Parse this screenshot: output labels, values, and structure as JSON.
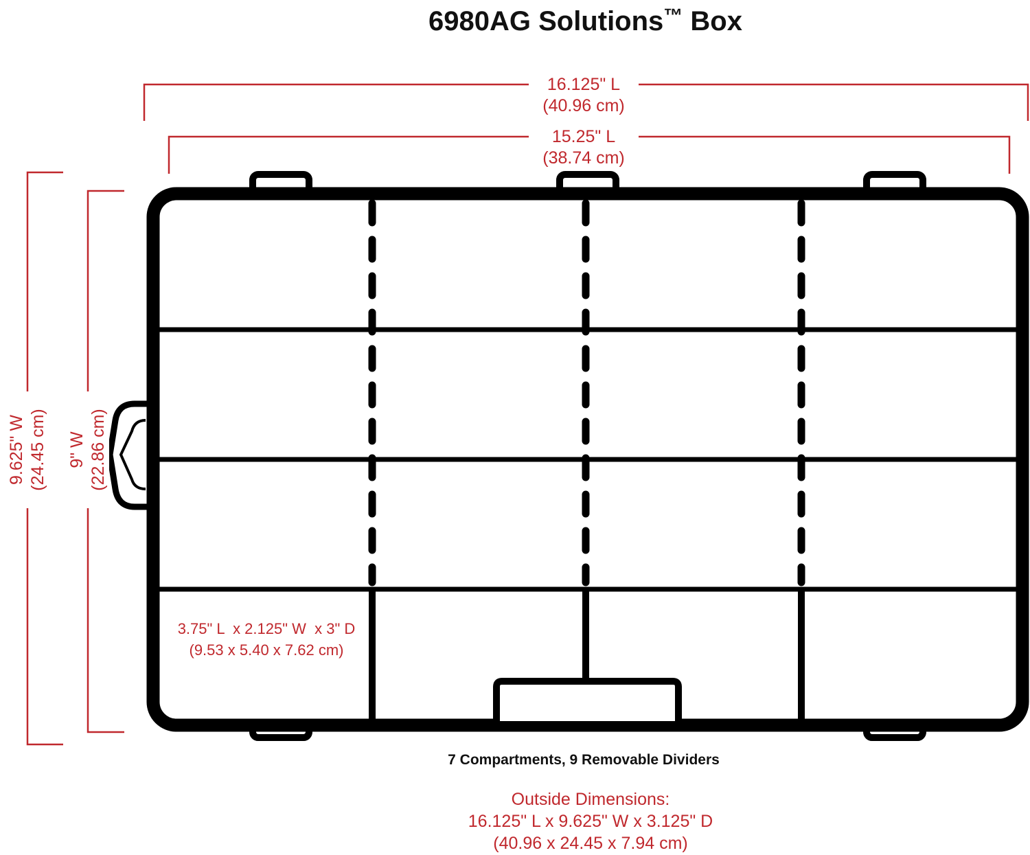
{
  "title": {
    "text": "6980AG Solutions",
    "trademark": "™",
    "suffix": "Box"
  },
  "dimensions": {
    "outer_length": {
      "imperial": "16.125\" L",
      "metric": "(40.96 cm)"
    },
    "inner_length": {
      "imperial": "15.25\" L",
      "metric": "(38.74 cm)"
    },
    "outer_width": {
      "imperial": "9.625\" W",
      "metric": "(24.45 cm)"
    },
    "inner_width": {
      "imperial": "9\" W",
      "metric": "(22.86 cm)"
    },
    "compartment": {
      "imperial": "3.75\" L  x 2.125\" W  x 3\" D",
      "metric": "(9.53 x 5.40 x 7.62 cm)"
    }
  },
  "caption": "7 Compartments, 9 Removable Dividers",
  "outside_dimensions": {
    "label": "Outside Dimensions:",
    "imperial": "16.125\" L x 9.625\" W x 3.125\" D",
    "metric": "(40.96 x 24.45 x 7.94 cm)"
  },
  "colors": {
    "dimension_red": "#c0282d",
    "outline_black": "#000000",
    "background": "#ffffff"
  }
}
